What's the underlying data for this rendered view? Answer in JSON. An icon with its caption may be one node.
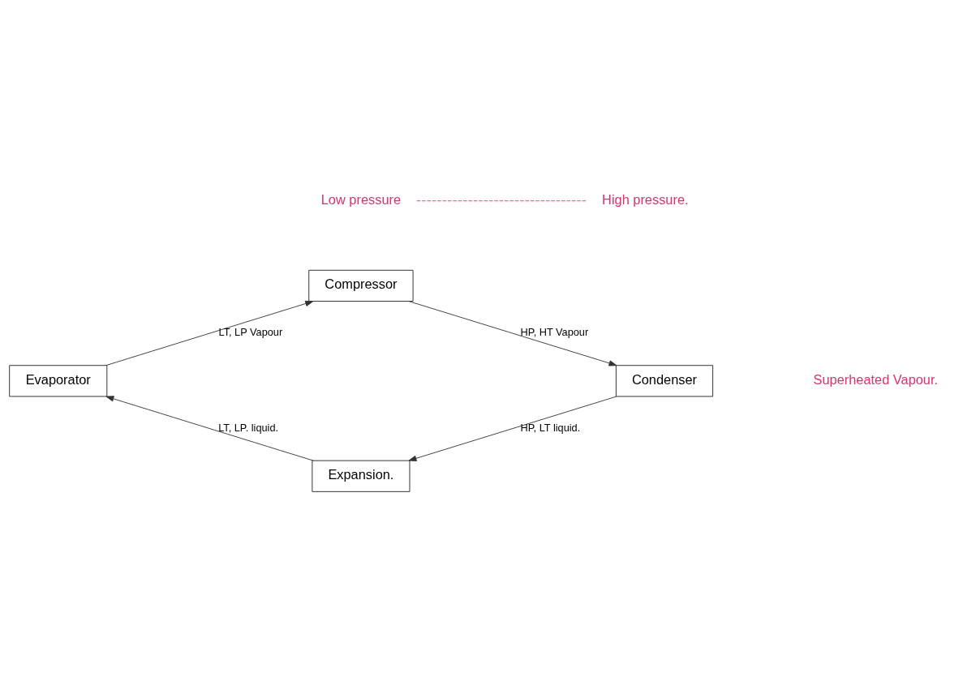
{
  "diagram": {
    "nodes": [
      {
        "text": [
          "Compressor"
        ]
      },
      {
        "text": [
          "Condenser"
        ]
      },
      {
        "text": [
          "Expansion."
        ]
      },
      {
        "text": [
          "Evaporator"
        ]
      }
    ],
    "edges": [
      {
        "from": 3,
        "to": 0,
        "arrow": "to",
        "label": "LT, LP Vapour"
      },
      {
        "from": 0,
        "to": 1,
        "arrow": "to",
        "label": "HP, HT Vapour"
      },
      {
        "from": 1,
        "to": 2,
        "arrow": "to",
        "label": "HP, LT liquid."
      },
      {
        "from": 2,
        "to": 3,
        "arrow": "to",
        "label": "LT, LP. liquid."
      }
    ],
    "labels": [
      "Low pressure",
      "High pressure.",
      "Superheated Vapour."
    ]
  }
}
